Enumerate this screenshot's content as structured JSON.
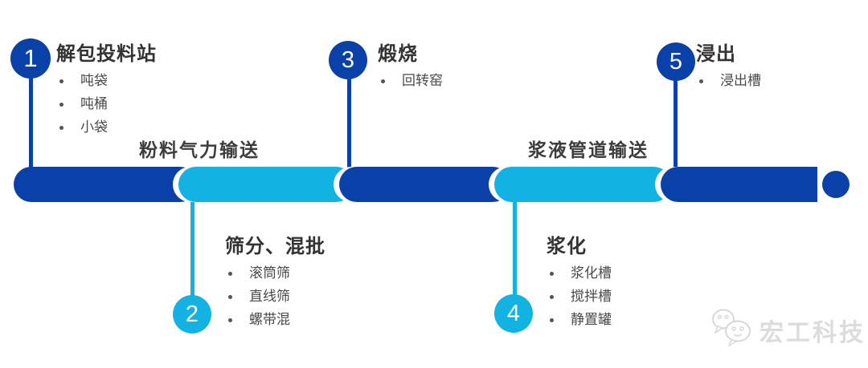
{
  "diagram": {
    "type": "process-flow-timeline",
    "colors": {
      "dark_blue": "#0a41a8",
      "cyan": "#12b3e2",
      "heading_text": "#333333",
      "bullet_text": "#4a4a4a",
      "watermark_gray": "#dcdcdc"
    },
    "steps": [
      {
        "number": "1",
        "title": "解包投料站",
        "position": "top",
        "bullets": [
          "吨袋",
          "吨桶",
          "小袋"
        ]
      },
      {
        "number": "2",
        "title": "筛分、混批",
        "position": "bottom",
        "bullets": [
          "滚筒筛",
          "直线筛",
          "螺带混"
        ]
      },
      {
        "number": "3",
        "title": "煅烧",
        "position": "top",
        "bullets": [
          "回转窑"
        ]
      },
      {
        "number": "4",
        "title": "浆化",
        "position": "bottom",
        "bullets": [
          "浆化槽",
          "搅拌槽",
          "静置罐"
        ]
      },
      {
        "number": "5",
        "title": "浸出",
        "position": "top",
        "bullets": [
          "浸出槽"
        ]
      }
    ],
    "transport_labels": [
      {
        "label": "粉料气力输送"
      },
      {
        "label": "浆液管道输送"
      }
    ],
    "watermark": {
      "icon": "wechat-chat-bubbles-icon",
      "brand": "宏工科技"
    }
  }
}
